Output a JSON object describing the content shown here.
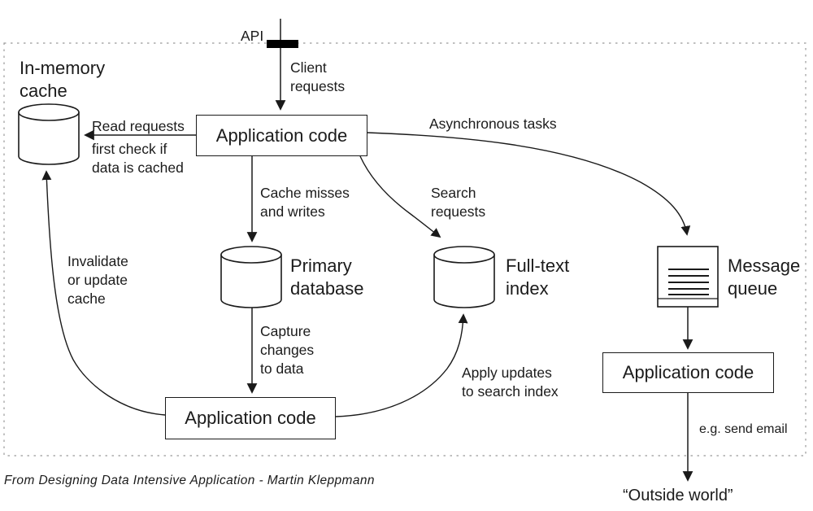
{
  "nodes": {
    "in_memory_cache": "In-memory\ncache",
    "application_code_top": "Application code",
    "application_code_bottom": "Application code",
    "application_code_right": "Application code",
    "primary_database": "Primary\ndatabase",
    "full_text_index": "Full-text\nindex",
    "message_queue": "Message\nqueue",
    "outside_world": "“Outside world”"
  },
  "edge_labels": {
    "api": "API",
    "client_requests": "Client\nrequests",
    "read_requests": "Read requests",
    "read_requests_note": "first check if\ndata is cached",
    "asynchronous_tasks": "Asynchronous tasks",
    "cache_misses": "Cache misses\nand writes",
    "search_requests": "Search\nrequests",
    "invalidate_cache": "Invalidate\nor update\ncache",
    "capture_changes": "Capture\nchanges\nto data",
    "apply_updates": "Apply updates\nto search index",
    "send_email": "e.g. send email"
  },
  "caption": "From Designing Data Intensive Application - Martin Kleppmann",
  "icons": {
    "database_icon": "cylinder",
    "message_queue_icon": "box-with-lines",
    "api_boundary_icon": "black-bar"
  },
  "colors": {
    "line": "#1a1a1a",
    "dashed_border": "#999999",
    "background": "#ffffff",
    "text": "#1b1b1b"
  }
}
